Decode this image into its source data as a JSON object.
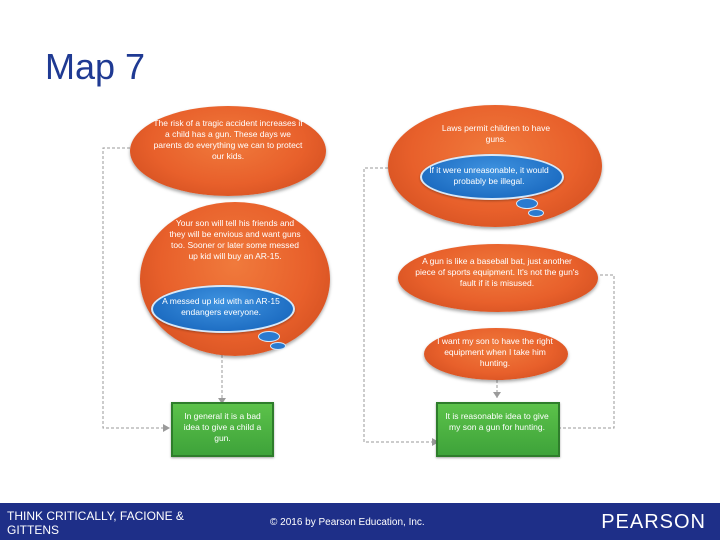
{
  "title": "Map 7",
  "diagram": {
    "left_top_claim": "The risk of a tragic accident increases if a child has a gun. These days we parents do everything we can to protect our kids.",
    "left_mid_claim": "Your son will tell his friends and they will be envious and want guns too. Sooner or later some messed up kid will buy an AR-15.",
    "left_mid_bubble": "A messed up kid with an AR-15 endangers everyone.",
    "left_conclusion": "In general it is a bad idea to give a child a gun.",
    "right_top_claim": "Laws permit children to have guns.",
    "right_top_bubble": "If it were unreasonable, it would probably be illegal.",
    "right_mid_claim": "A gun is like a baseball bat, just another piece of sports equipment. It's not the gun's fault if it is misused.",
    "right_low_claim": "I want my son to have the right equipment when I take him hunting.",
    "right_conclusion": "It is reasonable idea to give my son a gun for hunting."
  },
  "footer": {
    "left": "THINK CRITICALLY, FACIONE & GITTENS",
    "middle": "© 2016 by Pearson Education, Inc.",
    "brand": "PEARSON"
  }
}
